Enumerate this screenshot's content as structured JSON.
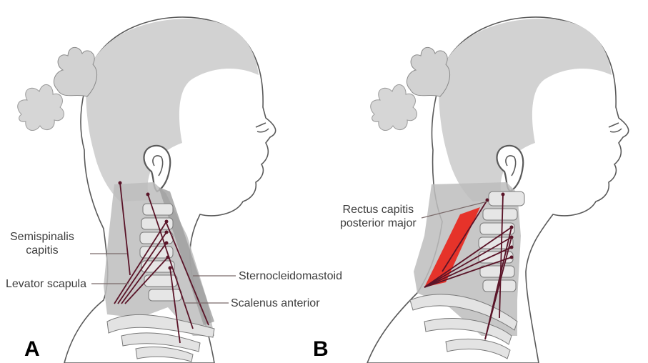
{
  "figure": {
    "panel_a": {
      "letter": "A",
      "labels": {
        "semispinalis_line1": "Semispinalis",
        "semispinalis_line2": "capitis",
        "levator": "Levator scapula",
        "sternocleidomastoid": "Sternocleidomastoid",
        "scalenus": "Scalenus anterior"
      }
    },
    "panel_b": {
      "letter": "B",
      "labels": {
        "rectus_line1": "Rectus capitis",
        "rectus_line2": "posterior major"
      },
      "highlighted_muscle": "rectus capitis posterior major"
    },
    "colors": {
      "outline": "#5a5a5a",
      "skin": "#ffffff",
      "hair": "#d2d2d2",
      "muscle": "#bdbdbd",
      "bone": "#e6e6e6",
      "vector_line": "#5a1428",
      "highlight": "#e8261c",
      "leader_line": "#7a6a6a"
    }
  }
}
